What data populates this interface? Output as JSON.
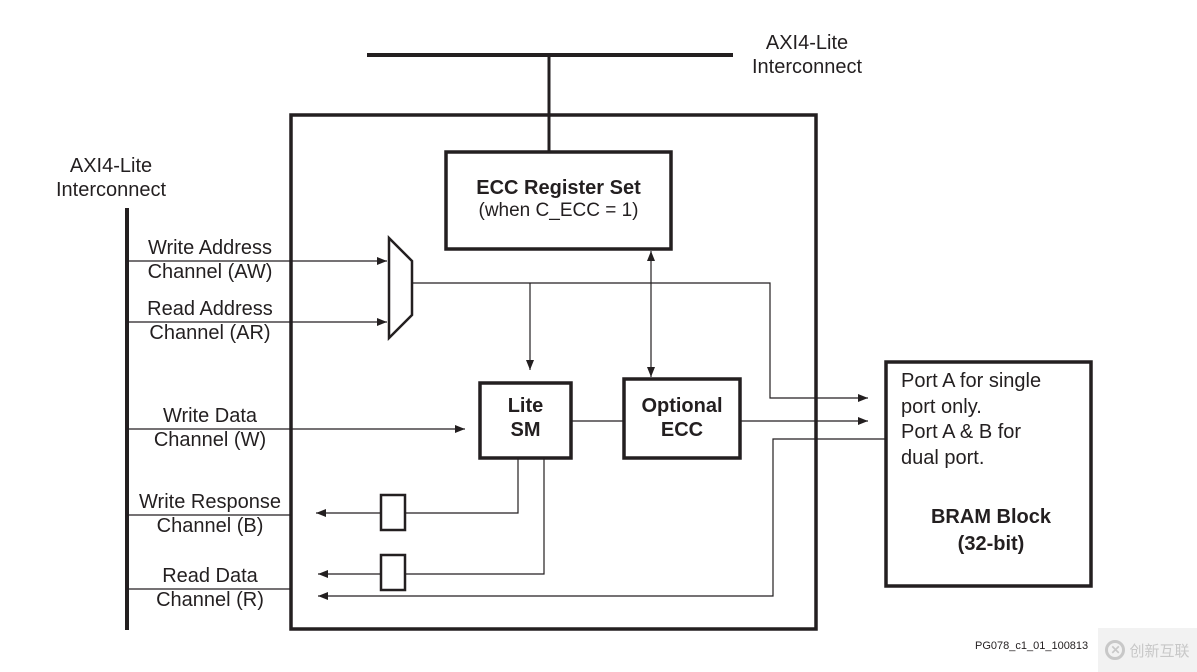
{
  "top_interconnect": {
    "line1": "AXI4-Lite",
    "line2": "Interconnect"
  },
  "left_interconnect": {
    "line1": "AXI4-Lite",
    "line2": "Interconnect"
  },
  "channels": [
    {
      "line1": "Write Address",
      "line2": "Channel (AW)",
      "direction": "in"
    },
    {
      "line1": "Read Address",
      "line2": "Channel (AR)",
      "direction": "in"
    },
    {
      "line1": "Write Data",
      "line2": "Channel (W)",
      "direction": "in"
    },
    {
      "line1": "Write Response",
      "line2": "Channel (B)",
      "direction": "out"
    },
    {
      "line1": "Read Data",
      "line2": "Channel (R)",
      "direction": "out"
    }
  ],
  "blocks": {
    "ecc_register_set": {
      "title": "ECC Register Set",
      "subtitle": "(when C_ECC = 1)"
    },
    "lite_sm": {
      "line1": "Lite",
      "line2": "SM"
    },
    "optional_ecc": {
      "line1": "Optional",
      "line2": "ECC"
    },
    "bram": {
      "note1": "Port A for single",
      "note2": "port only.",
      "note3": "Port A & B for",
      "note4": "dual port.",
      "title": "BRAM Block",
      "subtitle": "(32-bit)"
    }
  },
  "figure_id": "PG078_c1_01_100813",
  "watermark": {
    "text": "创新互联",
    "logo": "x-logo-icon"
  }
}
